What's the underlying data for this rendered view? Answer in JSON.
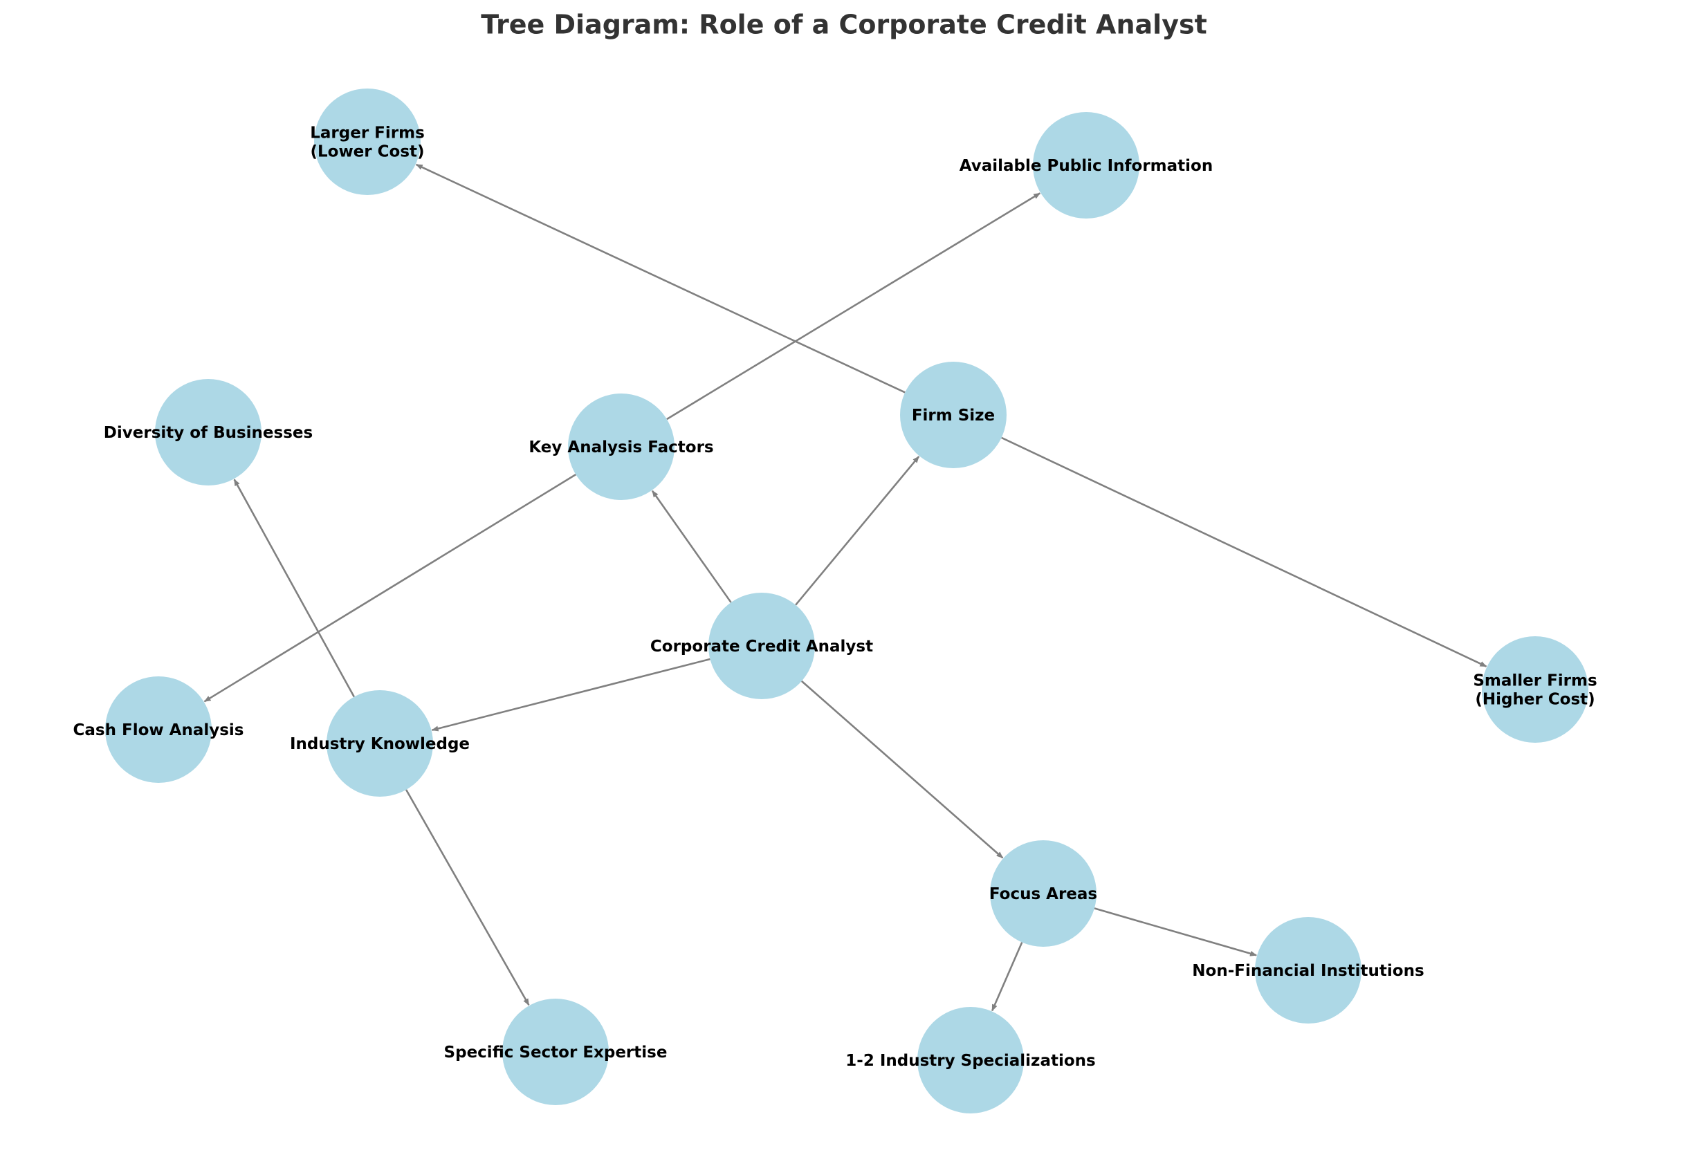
{
  "title": "Tree Diagram: Role of a Corporate Credit Analyst",
  "colors": {
    "node_fill": "#add8e6",
    "edge": "#808080",
    "title": "#333333",
    "label": "#000000"
  },
  "nodes": [
    {
      "id": "root",
      "label": "Corporate Credit Analyst"
    },
    {
      "id": "industry",
      "label": "Industry Knowledge"
    },
    {
      "id": "focus",
      "label": "Focus Areas"
    },
    {
      "id": "factors",
      "label": "Key Analysis Factors"
    },
    {
      "id": "firmsize",
      "label": "Firm Size"
    },
    {
      "id": "diversity",
      "label": "Diversity of Businesses"
    },
    {
      "id": "sector",
      "label": "Specific Sector Expertise"
    },
    {
      "id": "specializations",
      "label": "1-2 Industry Specializations"
    },
    {
      "id": "nonfinancial",
      "label": "Non-Financial Institutions"
    },
    {
      "id": "cashflow",
      "label": "Cash Flow Analysis"
    },
    {
      "id": "publicinfo",
      "label": "Available Public Information"
    },
    {
      "id": "larger",
      "label": "Larger Firms\n(Lower Cost)"
    },
    {
      "id": "smaller",
      "label": "Smaller Firms\n(Higher Cost)"
    }
  ],
  "edges": [
    {
      "from": "root",
      "to": "industry"
    },
    {
      "from": "root",
      "to": "focus"
    },
    {
      "from": "root",
      "to": "factors"
    },
    {
      "from": "root",
      "to": "firmsize"
    },
    {
      "from": "industry",
      "to": "diversity"
    },
    {
      "from": "industry",
      "to": "sector"
    },
    {
      "from": "focus",
      "to": "specializations"
    },
    {
      "from": "focus",
      "to": "nonfinancial"
    },
    {
      "from": "factors",
      "to": "cashflow"
    },
    {
      "from": "factors",
      "to": "publicinfo"
    },
    {
      "from": "firmsize",
      "to": "larger"
    },
    {
      "from": "firmsize",
      "to": "smaller"
    }
  ]
}
